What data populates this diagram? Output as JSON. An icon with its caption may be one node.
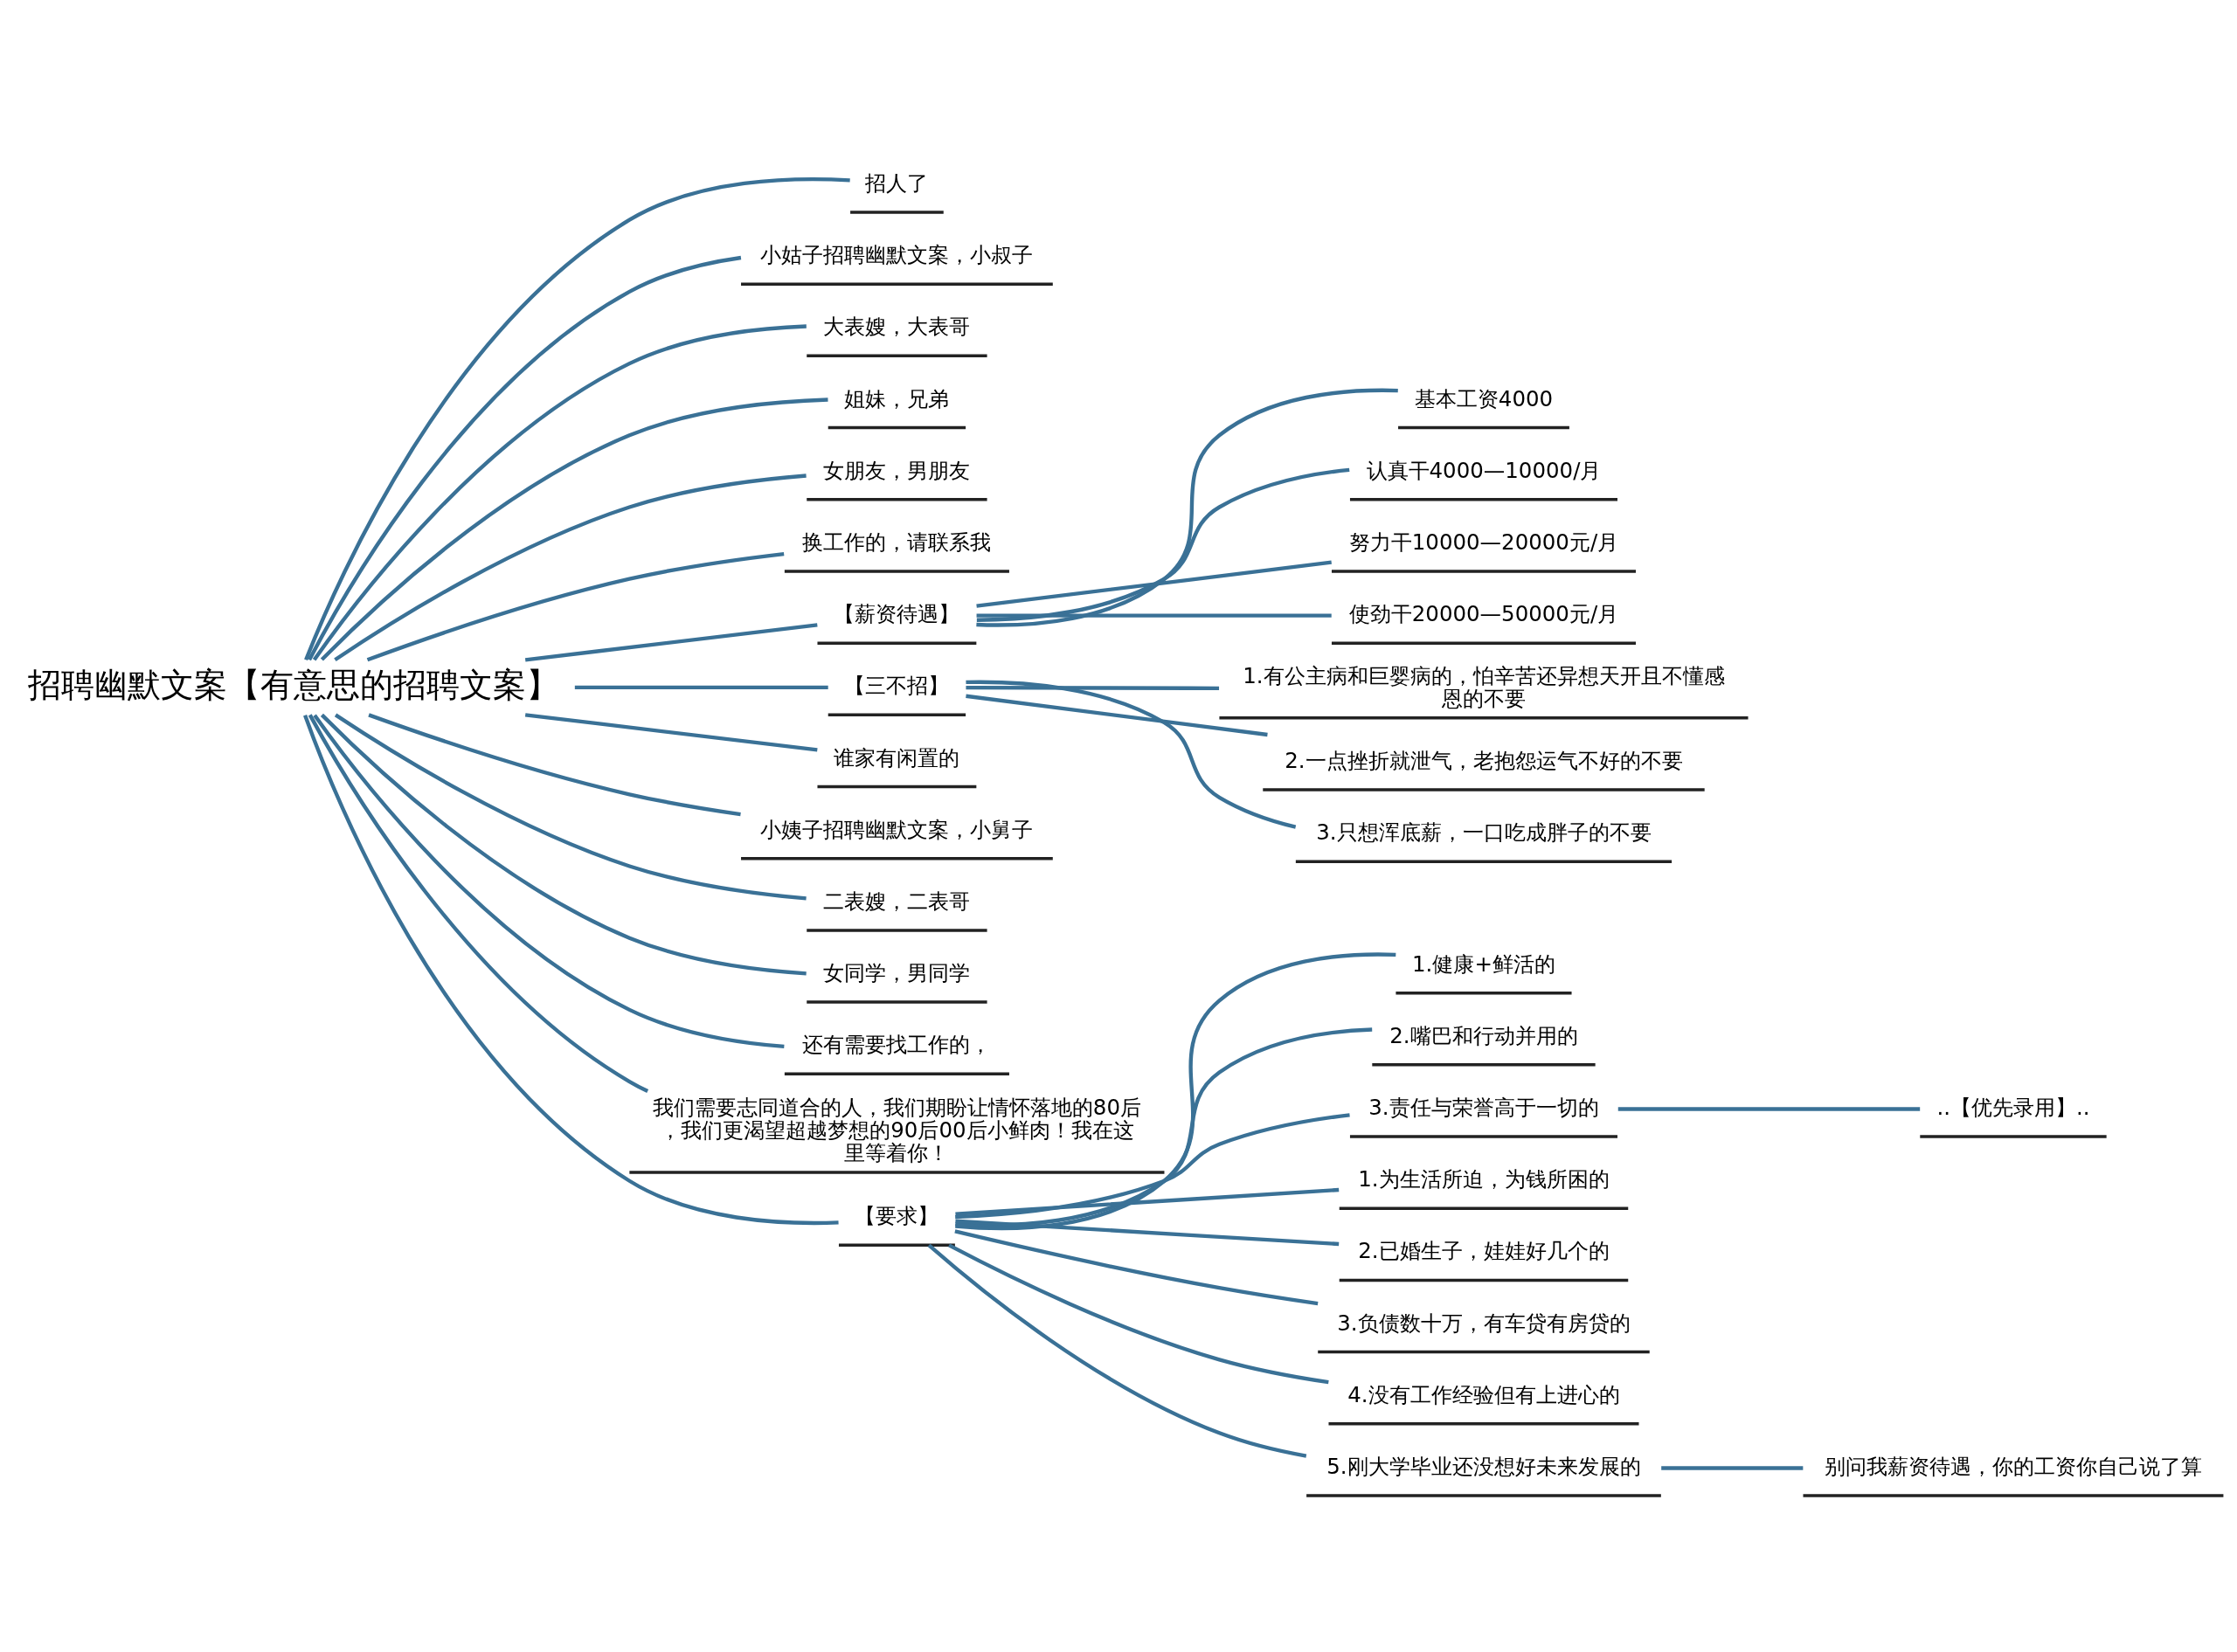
{
  "diagram": {
    "nodes": [
      {
        "text": [
          "招聘幽默文案【有意思的招聘文案】"
        ]
      },
      {
        "text": [
          "招人了"
        ]
      },
      {
        "text": [
          "小姑子招聘幽默文案，小叔子"
        ]
      },
      {
        "text": [
          "大表嫂，大表哥"
        ]
      },
      {
        "text": [
          "姐妹，兄弟"
        ]
      },
      {
        "text": [
          "女朋友，男朋友"
        ]
      },
      {
        "text": [
          "换工作的，请联系我"
        ]
      },
      {
        "text": [
          "【薪资待遇】"
        ]
      },
      {
        "text": [
          "基本工资4000"
        ]
      },
      {
        "text": [
          "认真干4000—10000/月"
        ]
      },
      {
        "text": [
          "努力干10000—20000元/月"
        ]
      },
      {
        "text": [
          "使劲干20000—50000元/月"
        ]
      },
      {
        "text": [
          "【三不招】"
        ]
      },
      {
        "text": [
          "1.有公主病和巨婴病的，怕辛苦还异想天开且不懂感恩的不要"
        ]
      },
      {
        "text": [
          "2.一点挫折就泄气，老抱怨运气不好的不要"
        ]
      },
      {
        "text": [
          "3.只想浑底薪，一口吃成胖子的不要"
        ]
      },
      {
        "text": [
          "谁家有闲置的"
        ]
      },
      {
        "text": [
          "小姨子招聘幽默文案，小舅子"
        ]
      },
      {
        "text": [
          "二表嫂，二表哥"
        ]
      },
      {
        "text": [
          "女同学，男同学"
        ]
      },
      {
        "text": [
          "还有需要找工作的，"
        ]
      },
      {
        "text": [
          "我们需要志同道合的人，我们期盼让情怀落地的80后，我们更渴望超越梦想的90后00后小鲜肉！我在这里等着你！"
        ]
      },
      {
        "text": [
          "【要求】"
        ]
      },
      {
        "text": [
          "1.健康+鲜活的"
        ]
      },
      {
        "text": [
          "2.嘴巴和行动并用的"
        ]
      },
      {
        "text": [
          "3.责任与荣誉高于一切的"
        ]
      },
      {
        "text": [
          "..【优先录用】.."
        ]
      },
      {
        "text": [
          "1.为生活所迫，为钱所困的"
        ]
      },
      {
        "text": [
          "2.已婚生子，娃娃好几个的"
        ]
      },
      {
        "text": [
          "3.负债数十万，有车贷有房贷的"
        ]
      },
      {
        "text": [
          "4.没有工作经验但有上进心的"
        ]
      },
      {
        "text": [
          "5.刚大学毕业还没想好未来发展的"
        ]
      },
      {
        "text": [
          "别问我薪资待遇，你的工资你自己说了算"
        ]
      }
    ],
    "edges": [
      {
        "from": 0,
        "to": 1,
        "arrow": "none"
      },
      {
        "from": 0,
        "to": 2,
        "arrow": "none"
      },
      {
        "from": 0,
        "to": 3,
        "arrow": "none"
      },
      {
        "from": 0,
        "to": 4,
        "arrow": "none"
      },
      {
        "from": 0,
        "to": 5,
        "arrow": "none"
      },
      {
        "from": 0,
        "to": 6,
        "arrow": "none"
      },
      {
        "from": 0,
        "to": 7,
        "arrow": "none"
      },
      {
        "from": 7,
        "to": 8,
        "arrow": "none"
      },
      {
        "from": 7,
        "to": 9,
        "arrow": "none"
      },
      {
        "from": 7,
        "to": 10,
        "arrow": "none"
      },
      {
        "from": 7,
        "to": 11,
        "arrow": "none"
      },
      {
        "from": 0,
        "to": 12,
        "arrow": "none"
      },
      {
        "from": 12,
        "to": 13,
        "arrow": "none"
      },
      {
        "from": 12,
        "to": 14,
        "arrow": "none"
      },
      {
        "from": 12,
        "to": 15,
        "arrow": "none"
      },
      {
        "from": 0,
        "to": 16,
        "arrow": "none"
      },
      {
        "from": 0,
        "to": 17,
        "arrow": "none"
      },
      {
        "from": 0,
        "to": 18,
        "arrow": "none"
      },
      {
        "from": 0,
        "to": 19,
        "arrow": "none"
      },
      {
        "from": 0,
        "to": 20,
        "arrow": "none"
      },
      {
        "from": 0,
        "to": 21,
        "arrow": "none"
      },
      {
        "from": 0,
        "to": 22,
        "arrow": "none"
      },
      {
        "from": 22,
        "to": 23,
        "arrow": "none"
      },
      {
        "from": 22,
        "to": 24,
        "arrow": "none"
      },
      {
        "from": 22,
        "to": 25,
        "arrow": "none"
      },
      {
        "from": 25,
        "to": 26,
        "arrow": "none"
      },
      {
        "from": 22,
        "to": 27,
        "arrow": "none"
      },
      {
        "from": 22,
        "to": 28,
        "arrow": "none"
      },
      {
        "from": 22,
        "to": 29,
        "arrow": "none"
      },
      {
        "from": 22,
        "to": 30,
        "arrow": "none"
      },
      {
        "from": 22,
        "to": 31,
        "arrow": "none"
      },
      {
        "from": 31,
        "to": 32,
        "arrow": "none"
      }
    ]
  }
}
